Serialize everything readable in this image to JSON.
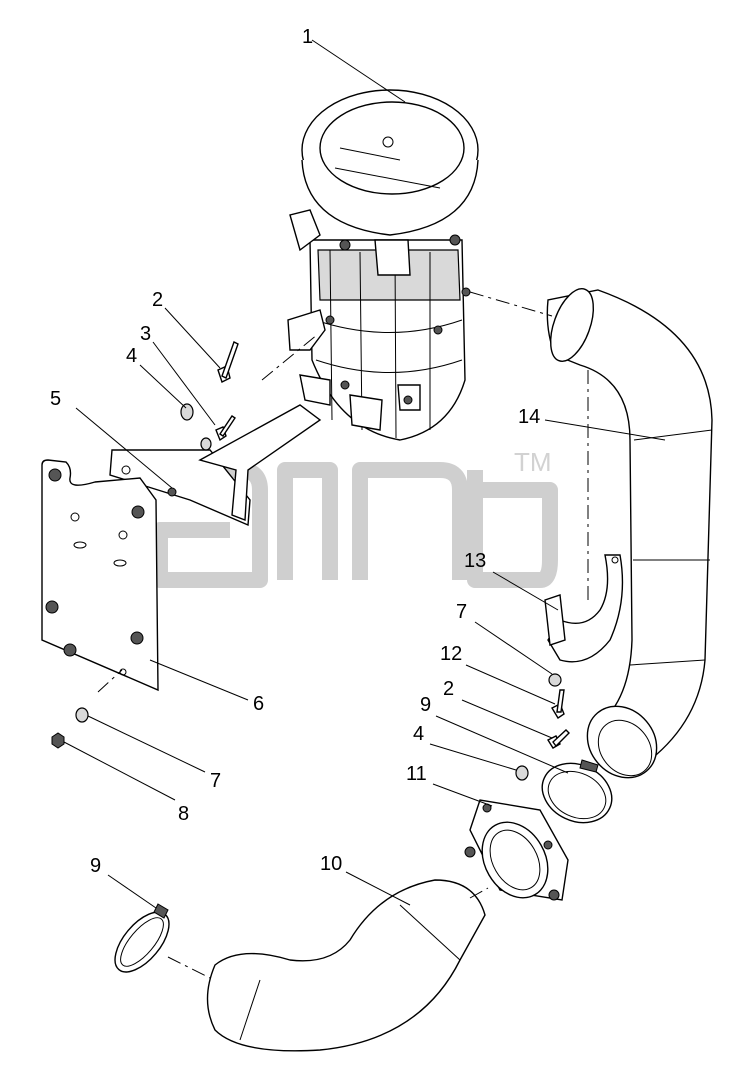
{
  "watermark": {
    "trademark": "TM"
  },
  "callouts": {
    "c1": "1",
    "c2a": "2",
    "c3": "3",
    "c4a": "4",
    "c5": "5",
    "c6": "6",
    "c7a": "7",
    "c8": "8",
    "c14": "14",
    "c13": "13",
    "c7b": "7",
    "c12": "12",
    "c2b": "2",
    "c9a": "9",
    "c4b": "4",
    "c11": "11",
    "c10": "10",
    "c9b": "9"
  }
}
